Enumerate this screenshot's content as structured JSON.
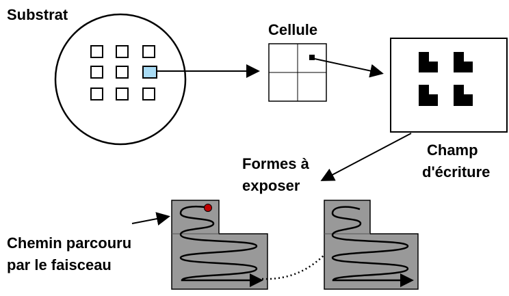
{
  "labels": {
    "substrate": "Substrat",
    "cell": "Cellule",
    "write_field_line1": "Champ",
    "write_field_line2": "d'écriture",
    "shapes_line1": "Formes à",
    "shapes_line2": "exposer",
    "beam_path_line1": "Chemin parcouru",
    "beam_path_line2": "par le faisceau"
  },
  "colors": {
    "selected_cell": "#a9dcf5",
    "shape_fill": "#999999",
    "start_dot": "#c00000"
  }
}
